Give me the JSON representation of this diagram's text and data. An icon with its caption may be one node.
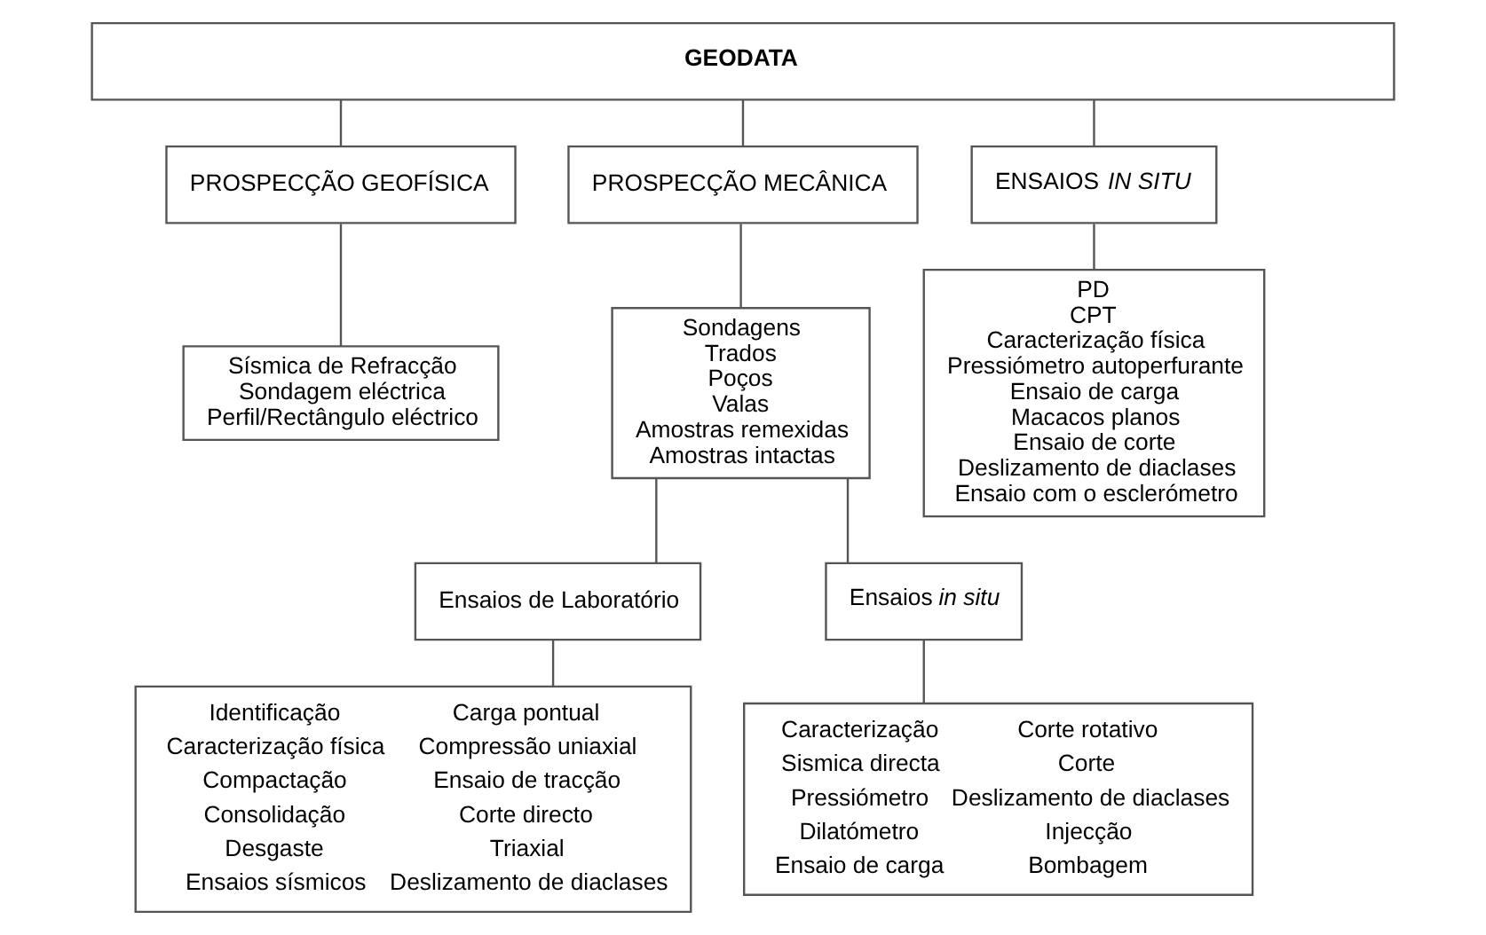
{
  "diagram": {
    "nodes": [
      {
        "text": [
          "GEODATA"
        ]
      },
      {
        "text": [
          "PROSPECÇÃO GEOFÍSICA"
        ]
      },
      {
        "text": [
          "PROSPECÇÃO MECÂNICA"
        ]
      },
      {
        "text": [
          "ENSAIOS *IN SITU*"
        ]
      },
      {
        "text": [
          "Sísmica de Refracção",
          "Sondagem eléctrica",
          "Perfil/Rectângulo eléctrico"
        ]
      },
      {
        "text": [
          "Sondagens",
          "Trados",
          "Poços",
          "Valas",
          "Amostras remexidas",
          "Amostras intactas"
        ]
      },
      {
        "text": [
          "PD",
          "CPT",
          "Caracterização física",
          "Pressiómetro autoperfurante",
          "Ensaio de carga",
          "Macacos planos",
          "Ensaio de corte",
          "Deslizamento de diaclases",
          "Ensaio com o esclerómetro"
        ]
      },
      {
        "text": [
          "Ensaios de Laboratório"
        ]
      },
      {
        "text": [
          "Ensaios *in situ*"
        ]
      },
      {
        "text": [
          "Identificação",
          "Carga pontual",
          "Caracterização física",
          "Compressão uniaxial",
          "Compactação",
          "Ensaio de tracção",
          "Consolidação",
          "Corte directo",
          "Desgaste",
          "Triaxial",
          "Ensaios sísmicos",
          "Deslizamento de diaclases"
        ]
      },
      {
        "text": [
          "Caracterização",
          "Corte rotativo",
          "Sismica directa",
          "Corte",
          "Pressiómetro",
          "Deslizamento de diaclases",
          "Dilatómetro",
          "Injecção",
          "Ensaio de carga",
          "Bombagem"
        ]
      }
    ],
    "edges": [
      {
        "from": 0,
        "to": 1,
        "arrow": "none"
      },
      {
        "from": 0,
        "to": 2,
        "arrow": "none"
      },
      {
        "from": 0,
        "to": 3,
        "arrow": "none"
      },
      {
        "from": 1,
        "to": 4,
        "arrow": "none"
      },
      {
        "from": 2,
        "to": 5,
        "arrow": "none"
      },
      {
        "from": 3,
        "to": 6,
        "arrow": "none"
      },
      {
        "from": 5,
        "to": 7,
        "arrow": "none"
      },
      {
        "from": 5,
        "to": 8,
        "arrow": "none"
      },
      {
        "from": 7,
        "to": 9,
        "arrow": "none"
      },
      {
        "from": 8,
        "to": 10,
        "arrow": "none"
      }
    ]
  }
}
